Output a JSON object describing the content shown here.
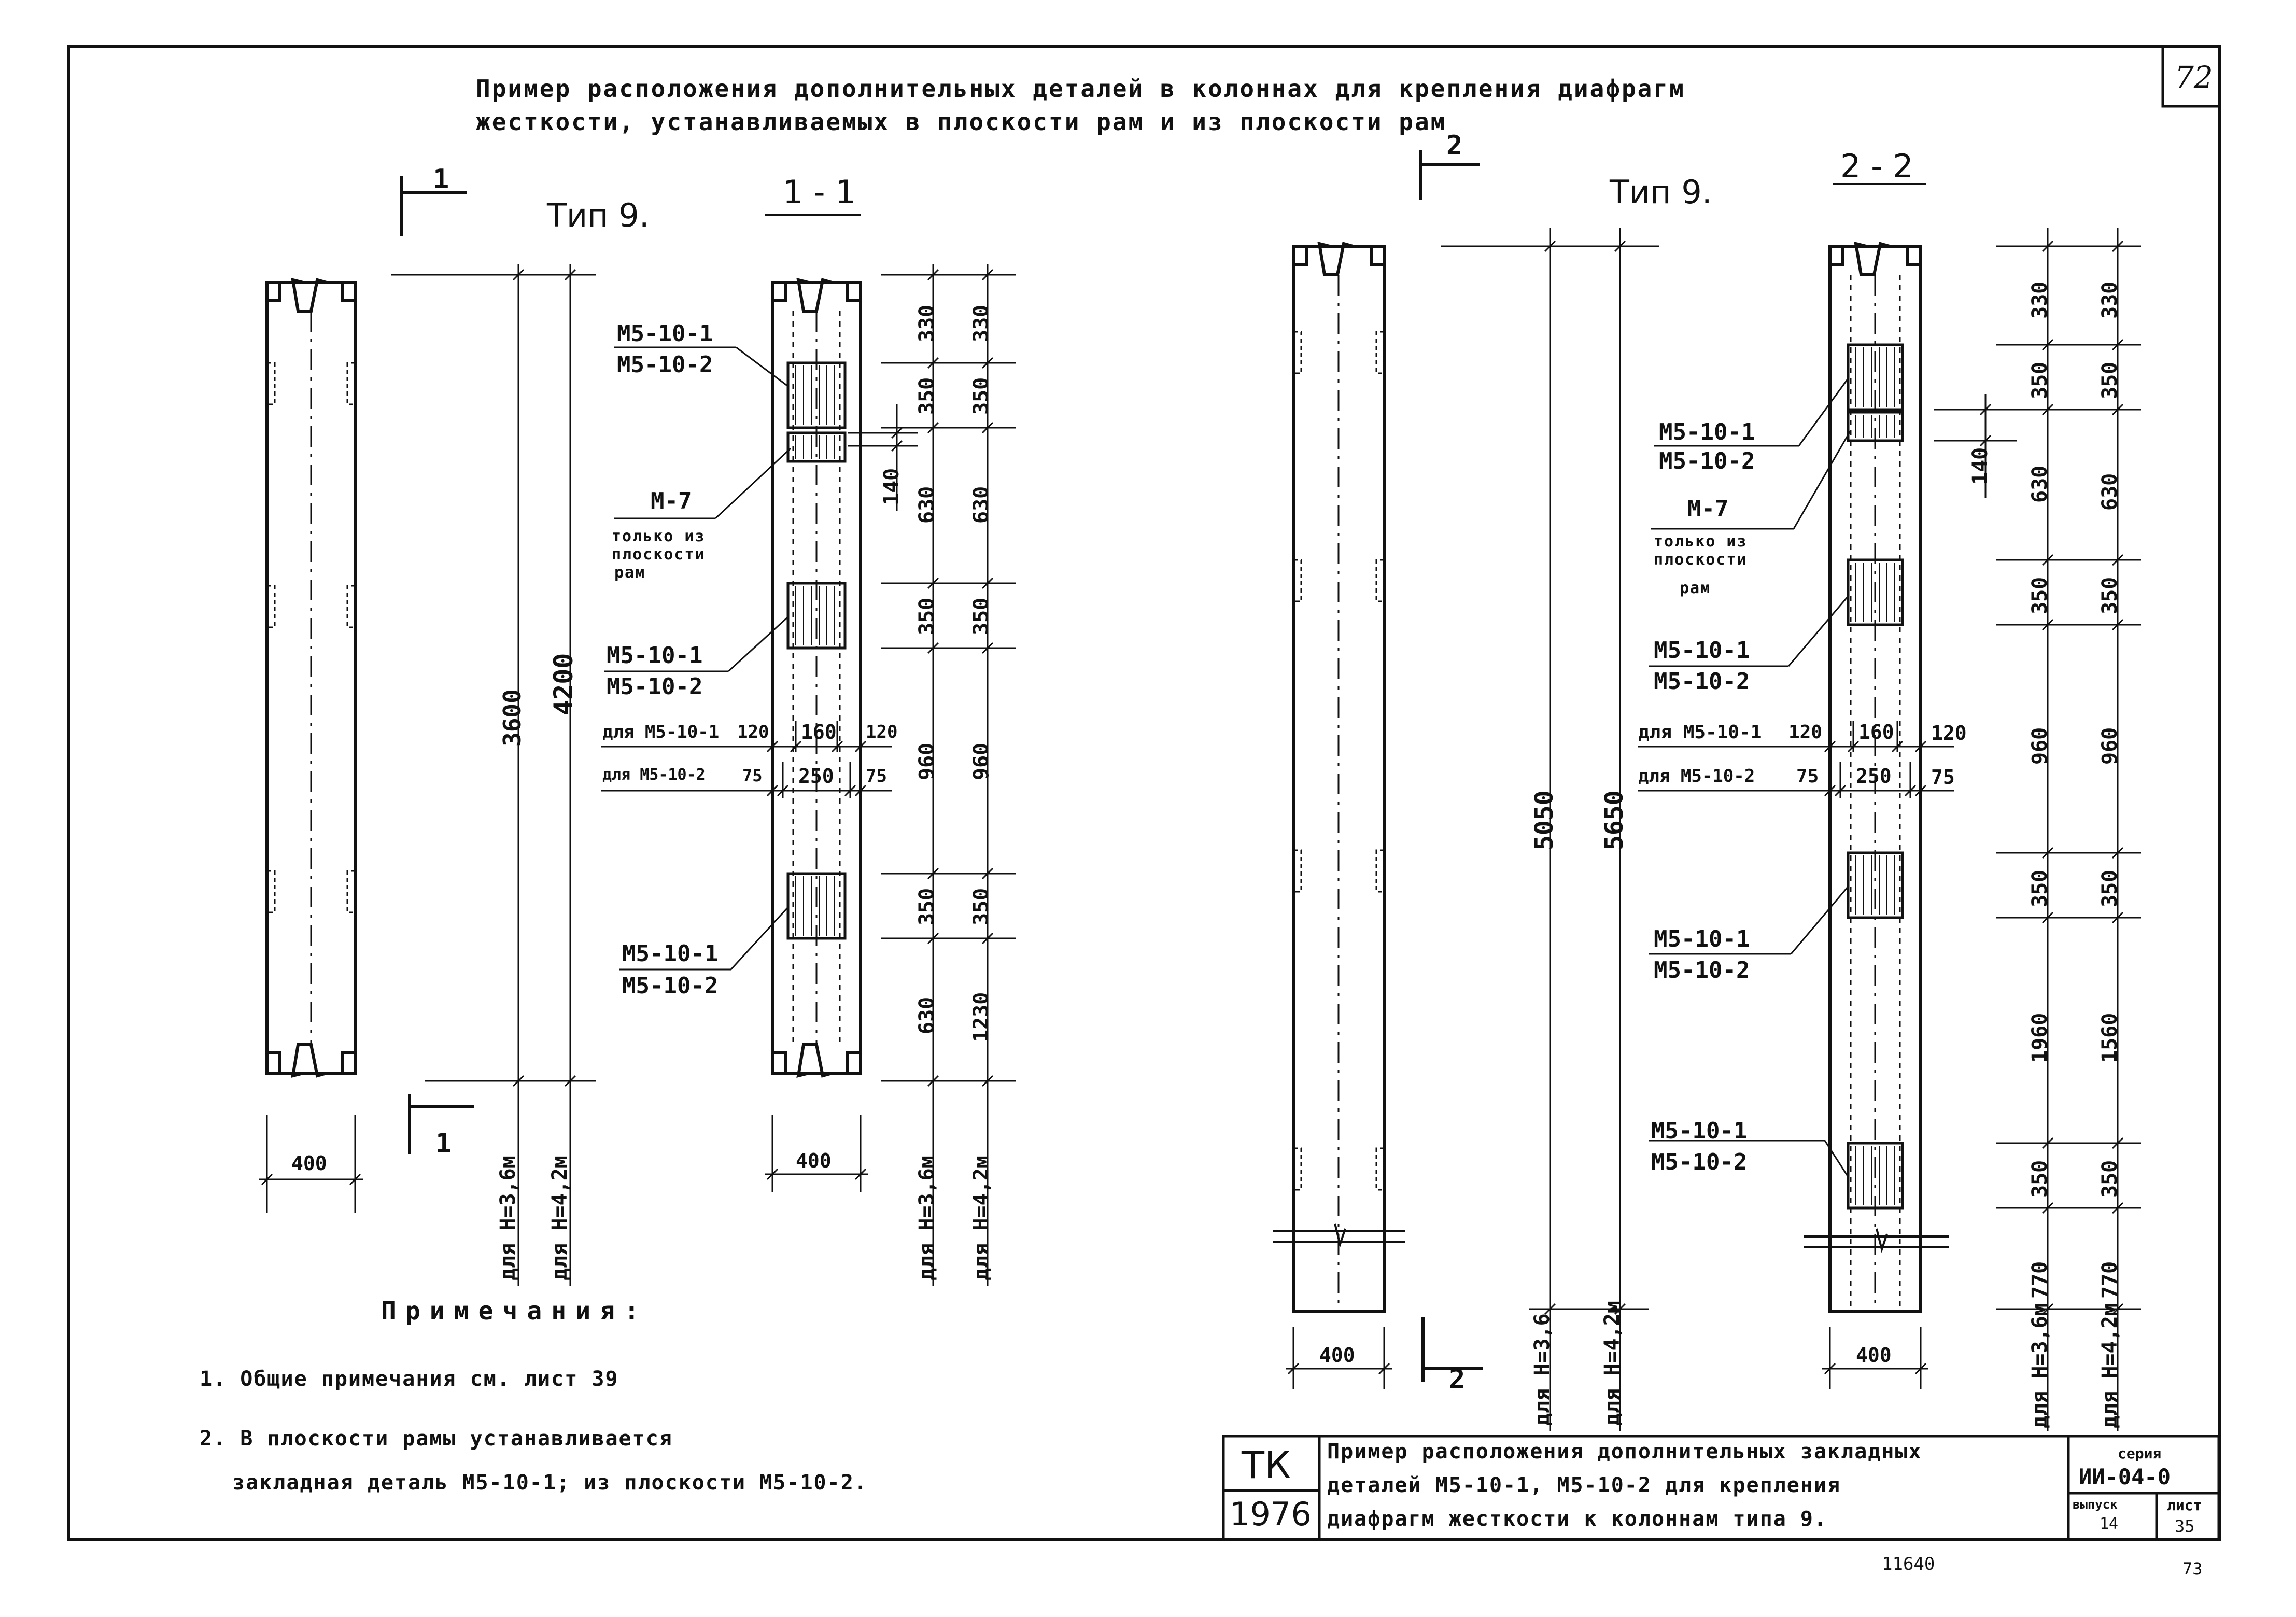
{
  "sheet_number": "72",
  "title_line1": "Пример расположения дополнительных деталей в колоннах для крепления диафрагм",
  "title_line2": "жесткости, устанавливаемых в плоскости рам и из плоскости рам",
  "left": {
    "section_mark_top": "1",
    "section_mark_bottom": "1",
    "type_label": "Тип 9.",
    "section_label": "1 - 1",
    "width_dim_front": "400",
    "width_dim_section": "400",
    "overall_dims": [
      "3600",
      "4200"
    ],
    "overall_captions": [
      "для H=3,6м",
      "для H=4,2м"
    ],
    "chain_36": [
      "330",
      "350",
      "630",
      "350",
      "960",
      "350",
      "630"
    ],
    "chain_42": [
      "330",
      "350",
      "630",
      "350",
      "960",
      "350",
      "1230"
    ],
    "chain_captions": [
      "для H=3,6м",
      "для H=4,2м"
    ],
    "dim_140": "140",
    "labels": {
      "a1": "М5-10-1",
      "a2": "М5-10-2",
      "n7": "М-7",
      "n7_note1": "только из",
      "n7_note2": "плоскости",
      "n7_note3": "рам",
      "b1": "М5-10-1",
      "b2": "М5-10-2",
      "c1": "М5-10-1",
      "c2": "М5-10-2"
    },
    "width_row1": {
      "label": "для М5-10-1",
      "a": "120",
      "b": "160",
      "c": "120"
    },
    "width_row2": {
      "label": "для М5-10-2",
      "a": "75",
      "b": "250",
      "c": "75"
    }
  },
  "right": {
    "section_mark_top": "2",
    "section_mark_bottom": "2",
    "type_label": "Тип 9.",
    "section_label": "2 - 2",
    "width_dim_front": "400",
    "width_dim_section": "400",
    "overall_dims": [
      "5050",
      "5650"
    ],
    "overall_captions": [
      "для H=3,6",
      "для H=4,2м"
    ],
    "chain_36": [
      "330",
      "350",
      "630",
      "350",
      "960",
      "350",
      "1960",
      "350",
      "770"
    ],
    "chain_42": [
      "330",
      "350",
      "630",
      "350",
      "960",
      "350",
      "1560",
      "350",
      "770"
    ],
    "chain_captions": [
      "для H=3,6м",
      "для H=4,2м"
    ],
    "dim_140": "140",
    "labels": {
      "a1": "М5-10-1",
      "a2": "М5-10-2",
      "n7": "М-7",
      "n7_note1": "только из",
      "n7_note2": "плоскости",
      "n7_note3": "рам",
      "b1": "М5-10-1",
      "b2": "М5-10-2",
      "c1": "М5-10-1",
      "c2": "М5-10-2",
      "d1": "М5-10-1",
      "d2": "М5-10-2"
    },
    "width_row1": {
      "label": "для М5-10-1",
      "a": "120",
      "b": "160",
      "c": "120"
    },
    "width_row2": {
      "label": "для М5-10-2",
      "a": "75",
      "b": "250",
      "c": "75"
    }
  },
  "notes": {
    "heading": "Примечания:",
    "n1": "1. Общие примечания см. лист 39",
    "n2a": "2. В плоскости рамы устанавливается",
    "n2b": "закладная деталь М5-10-1; из плоскости М5-10-2."
  },
  "title_block": {
    "tk": "ТК",
    "year": "1976",
    "line1": "Пример расположения дополнительных закладных",
    "line2": "деталей М5-10-1, М5-10-2 для крепления",
    "line3": "диафрагм жесткости к колоннам типа 9.",
    "series_label": "серия",
    "series_value": "ИИ-04-0",
    "issue_label": "выпуск",
    "issue_value": "14",
    "sheet_label": "лист",
    "sheet_value": "35"
  },
  "footer_left": "11640",
  "footer_right": "73"
}
